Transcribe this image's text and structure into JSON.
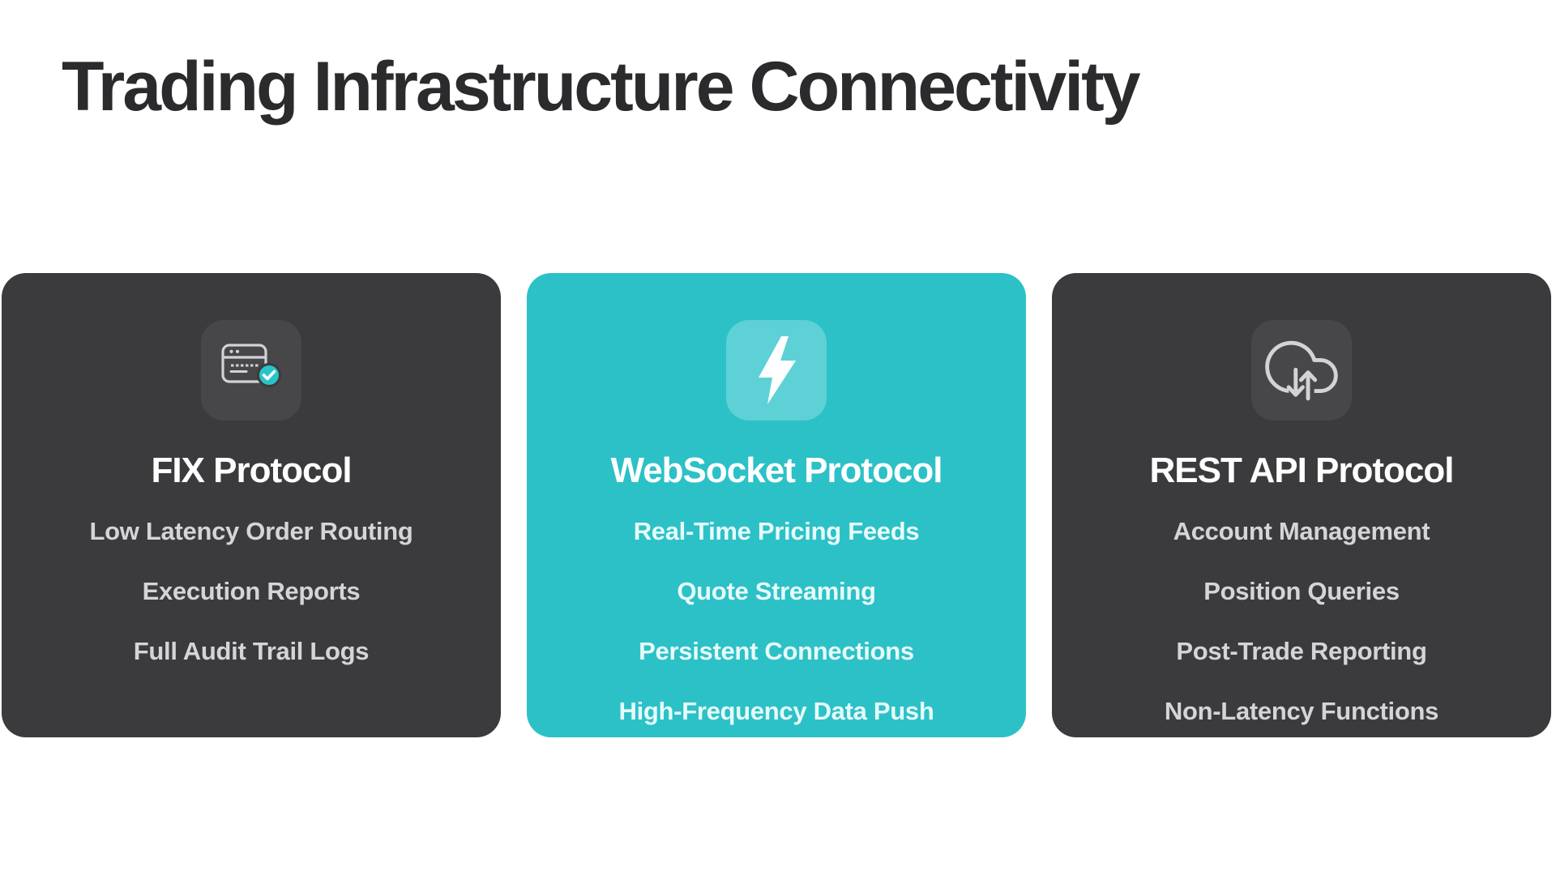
{
  "page": {
    "title": "Trading Infrastructure Connectivity"
  },
  "colors": {
    "page-bg": "#ffffff",
    "title-color": "#2b2b2e",
    "card-dark": "#3b3b3d",
    "tile-dark": "#47474a",
    "card-teal": "#2cc1c7",
    "tile-teal": "#5dd1d6",
    "icon-stroke": "#d3d3d5",
    "badge-teal": "#29c4ca",
    "item-dark": "#d5d5d7",
    "item-teal": "#e7fbfb"
  },
  "cards": [
    {
      "title": "FIX Protocol",
      "icon": "browser-check-icon",
      "theme": "dark",
      "items": [
        "Low Latency Order Routing",
        "Execution Reports",
        "Full Audit Trail Logs"
      ]
    },
    {
      "title": "WebSocket Protocol",
      "icon": "lightning-icon",
      "theme": "teal",
      "items": [
        "Real-Time Pricing Feeds",
        "Quote Streaming",
        "Persistent Connections",
        "High-Frequency Data Push"
      ]
    },
    {
      "title": "REST API Protocol",
      "icon": "cloud-sync-icon",
      "theme": "dark",
      "items": [
        "Account Management",
        "Position Queries",
        "Post-Trade Reporting",
        "Non-Latency Functions"
      ]
    }
  ]
}
